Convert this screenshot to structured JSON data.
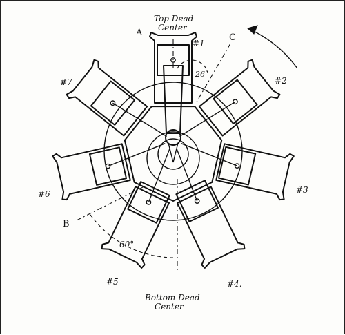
{
  "labels": {
    "top_dead_center_1": "Top Dead",
    "top_dead_center_2": "Center",
    "bottom_dead_center_1": "Bottom Dead",
    "bottom_dead_center_2": "Center",
    "point_a": "A",
    "point_b": "B",
    "point_c": "C",
    "angle_small": "26°",
    "angle_large": "60°"
  },
  "cylinders": [
    {
      "label": "#1",
      "angle_deg": 0
    },
    {
      "label": "#2",
      "angle_deg": 51.43
    },
    {
      "label": "#3",
      "angle_deg": 102.86
    },
    {
      "label": "#4.",
      "angle_deg": 154.29
    },
    {
      "label": "#5",
      "angle_deg": 205.71
    },
    {
      "label": "#6",
      "angle_deg": 257.14
    },
    {
      "label": "#7",
      "angle_deg": 308.57
    }
  ]
}
